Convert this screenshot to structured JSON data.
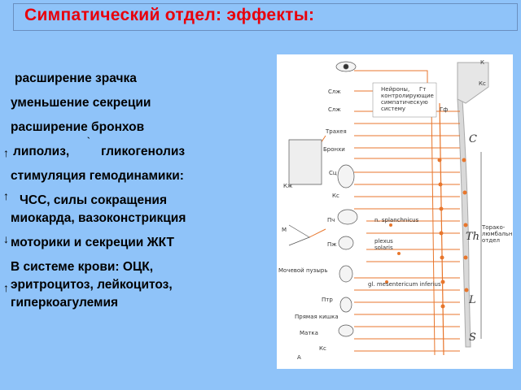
{
  "title": "Симпатический отдел: эффекты:",
  "effects": {
    "line1": "расширение зрачка",
    "line2": "уменьшение секреции",
    "line3": "расширение бронхов",
    "line4a": "липолиз,",
    "line4b": "гликогенолиз",
    "line5": "стимуляция гемодинамики:",
    "line6": "ЧСС,   силы сокращения",
    "line7": "миокарда, вазоконстрикция",
    "line8": "моторики  и секреции ЖКТ",
    "line9": "В системе крови:   ОЦК,",
    "line10": "эритроцитоз, лейкоцитоз,",
    "line11": "гиперкоагулемия"
  },
  "figure": {
    "labels": {
      "k": "К",
      "ks_top": "Кс",
      "neurons_title": "Нейроны,",
      "neurons_rest1": "контролирующие",
      "neurons_rest2": "симпатическую",
      "neurons_rest3": "систему",
      "gt": "Гт",
      "gf": "Гф",
      "slzh1": "Слж",
      "slzh2": "Слж",
      "trachea": "Трахея",
      "bronchi": "Бронхи",
      "heart": "Сц",
      "ks_mid": "Кс",
      "kzh": "Кж",
      "m": "М",
      "liver": "Пч",
      "pancreas": "Пж",
      "splanchnicus": "n. splanchnicus",
      "plexus1": "plexus",
      "plexus2": "solaris",
      "bladder": "Мочевой пузырь",
      "mesenteric": "gl. mesentericum inferius",
      "kidney": "Птр",
      "rectum": "Прямая кишка",
      "uterus": "Матка",
      "ks_bottom": "Кс",
      "a_mark": "А",
      "seg_c": "C",
      "seg_th": "Th",
      "seg_l": "L",
      "seg_s": "S",
      "thoraco1": "Торако-",
      "thoraco2": "люмбальный",
      "thoraco3": "отдел"
    }
  }
}
